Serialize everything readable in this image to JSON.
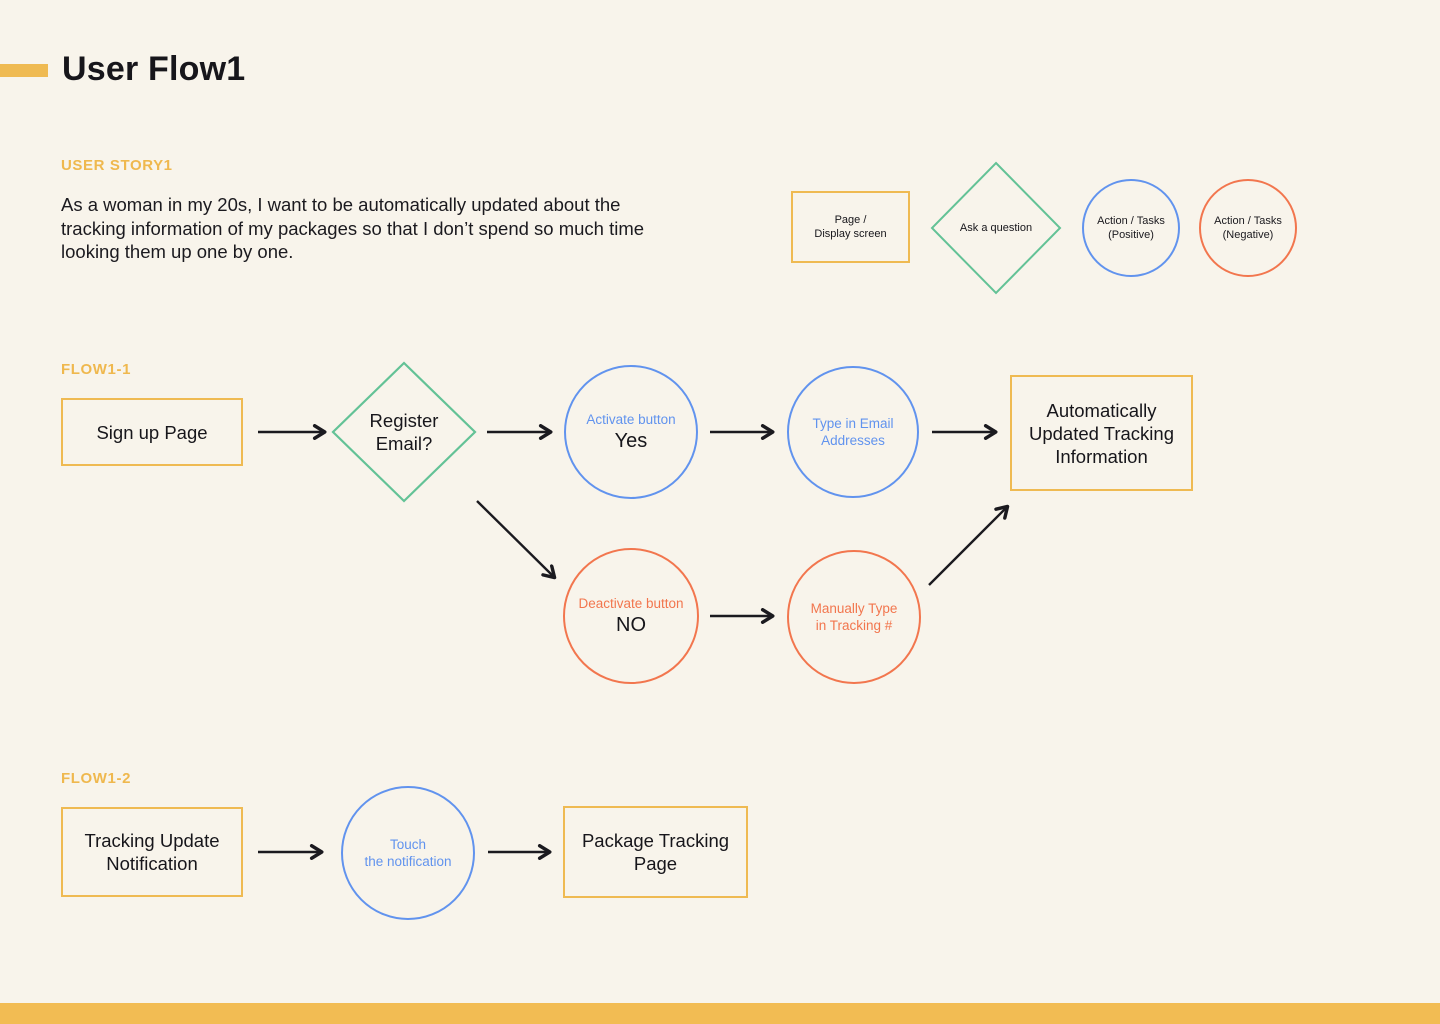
{
  "header": {
    "title": "User Flow1"
  },
  "user_story": {
    "label": "USER STORY1",
    "text": "As a woman in my 20s, I want to be automatically updated about the\ntracking information of my packages so that I don’t spend so much time\nlooking them up one by one."
  },
  "legend": {
    "page": "Page /\nDisplay screen",
    "question": "Ask a question",
    "positive": "Action / Tasks\n(Positive)",
    "negative": "Action / Tasks\n(Negative)"
  },
  "flow1_1": {
    "label": "FLOW1-1",
    "signup": "Sign up Page",
    "register": "Register\nEmail?",
    "activate_sub": "Activate button",
    "activate_main": "Yes",
    "type_email": "Type in Email\nAddresses",
    "auto_updated": "Automatically\nUpdated Tracking\nInformation",
    "deactivate_sub": "Deactivate button",
    "deactivate_main": "NO",
    "manual_type": "Manually Type\nin Tracking #"
  },
  "flow1_2": {
    "label": "FLOW1-2",
    "notification": "Tracking Update\nNotification",
    "touch": "Touch\nthe notification",
    "package": "Package Tracking\nPage"
  },
  "colors": {
    "background": "#F8F4EB",
    "accent_yellow": "#EFBA52",
    "green": "#63C296",
    "blue": "#6193EE",
    "orange": "#F2764E",
    "text": "#1B1A1F",
    "bottom_bar": "#F2BC53"
  }
}
